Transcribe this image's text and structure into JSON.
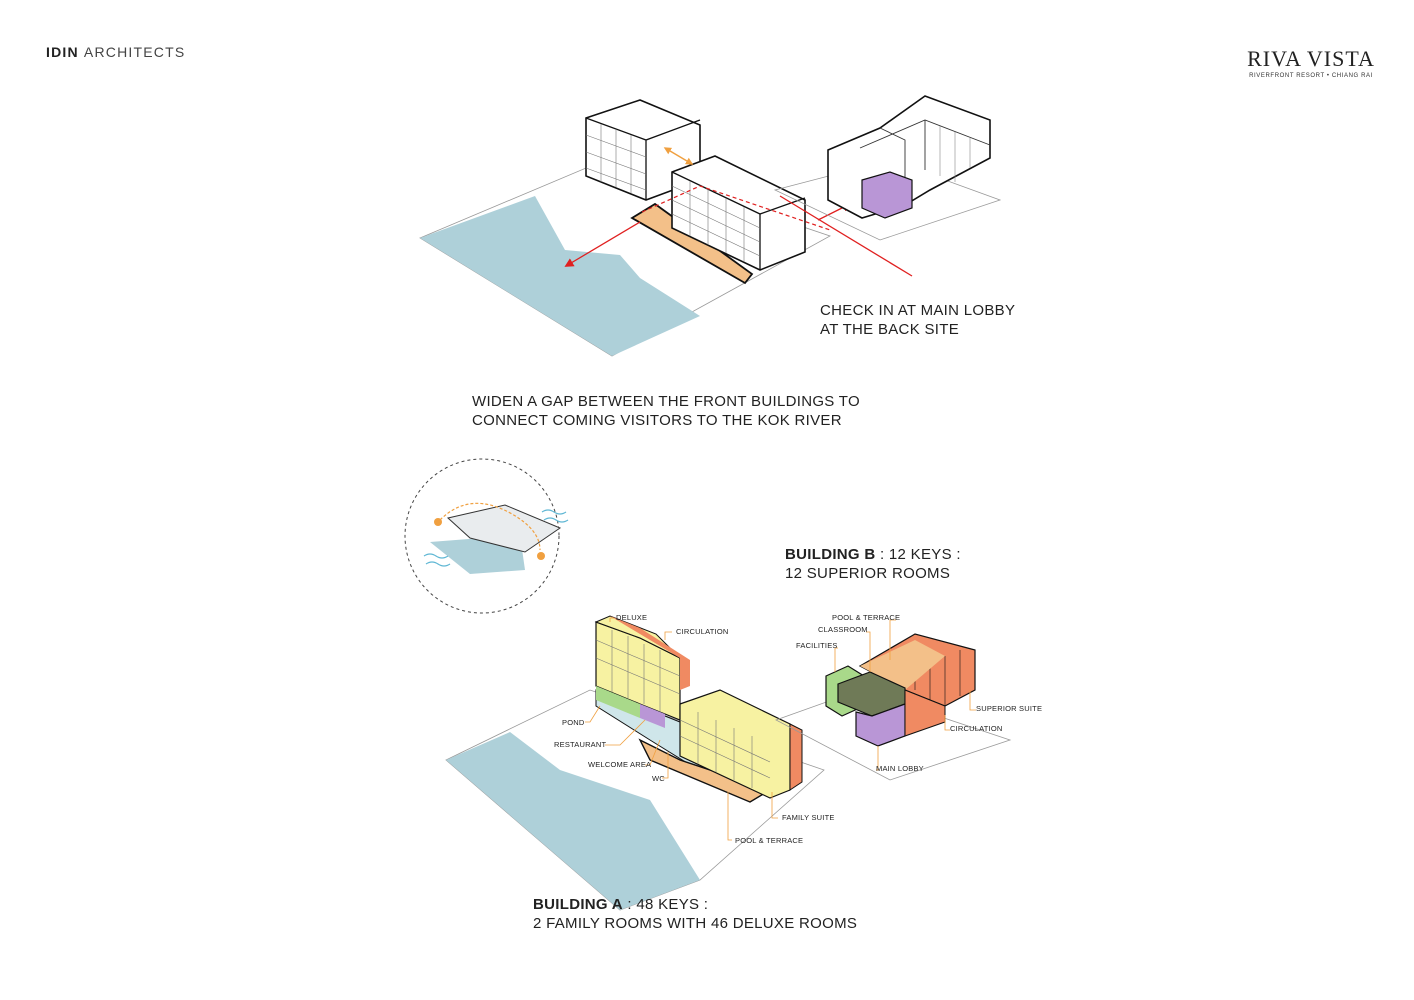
{
  "header": {
    "firm_bold": "IDIN",
    "firm_rest": "ARCHITECTS",
    "logo_title": "RIVA VISTA",
    "logo_subtitle": "RIVERFRONT RESORT • CHIANG RAI"
  },
  "captions": {
    "checkin_line1": "CHECK IN AT MAIN LOBBY",
    "checkin_line2": "AT THE BACK SITE",
    "gap_line1": "WIDEN A GAP BETWEEN THE FRONT BUILDINGS TO",
    "gap_line2": "CONNECT COMING VISITORS TO THE KOK RIVER",
    "building_b_bold": "BUILDING B",
    "building_b_rest": " : 12 KEYS :",
    "building_b_line2": "12 SUPERIOR ROOMS",
    "building_a_bold": "BUILDING A",
    "building_a_rest": " : 48 KEYS :",
    "building_a_line2": "2 FAMILY ROOMS WITH 46 DELUXE ROOMS"
  },
  "labels_a": {
    "deluxe": "DELUXE",
    "circulation": "CIRCULATION",
    "pond": "POND",
    "restaurant": "RESTAURANT",
    "welcome": "WELCOME AREA",
    "wc": "WC",
    "family_suite": "FAMILY SUITE",
    "pool_terrace": "POOL & TERRACE"
  },
  "labels_b": {
    "pool_terrace": "POOL & TERRACE",
    "classroom": "CLASSROOM",
    "facilities": "FACILITIES",
    "superior_suite": "SUPERIOR SUITE",
    "circulation": "CIRCULATION",
    "main_lobby": "MAIN LOBBY"
  },
  "colors": {
    "river": "#aed0d9",
    "deluxe": "#f7f2a2",
    "circulation": "#f08a62",
    "pool_terrace": "#f3c089",
    "lobby": "#b996d6",
    "facilities": "#a9d98a",
    "classroom": "#6f7a57",
    "family_suite": "#8a5a45",
    "leader": "#f0a040",
    "arrow": "#e02020"
  }
}
